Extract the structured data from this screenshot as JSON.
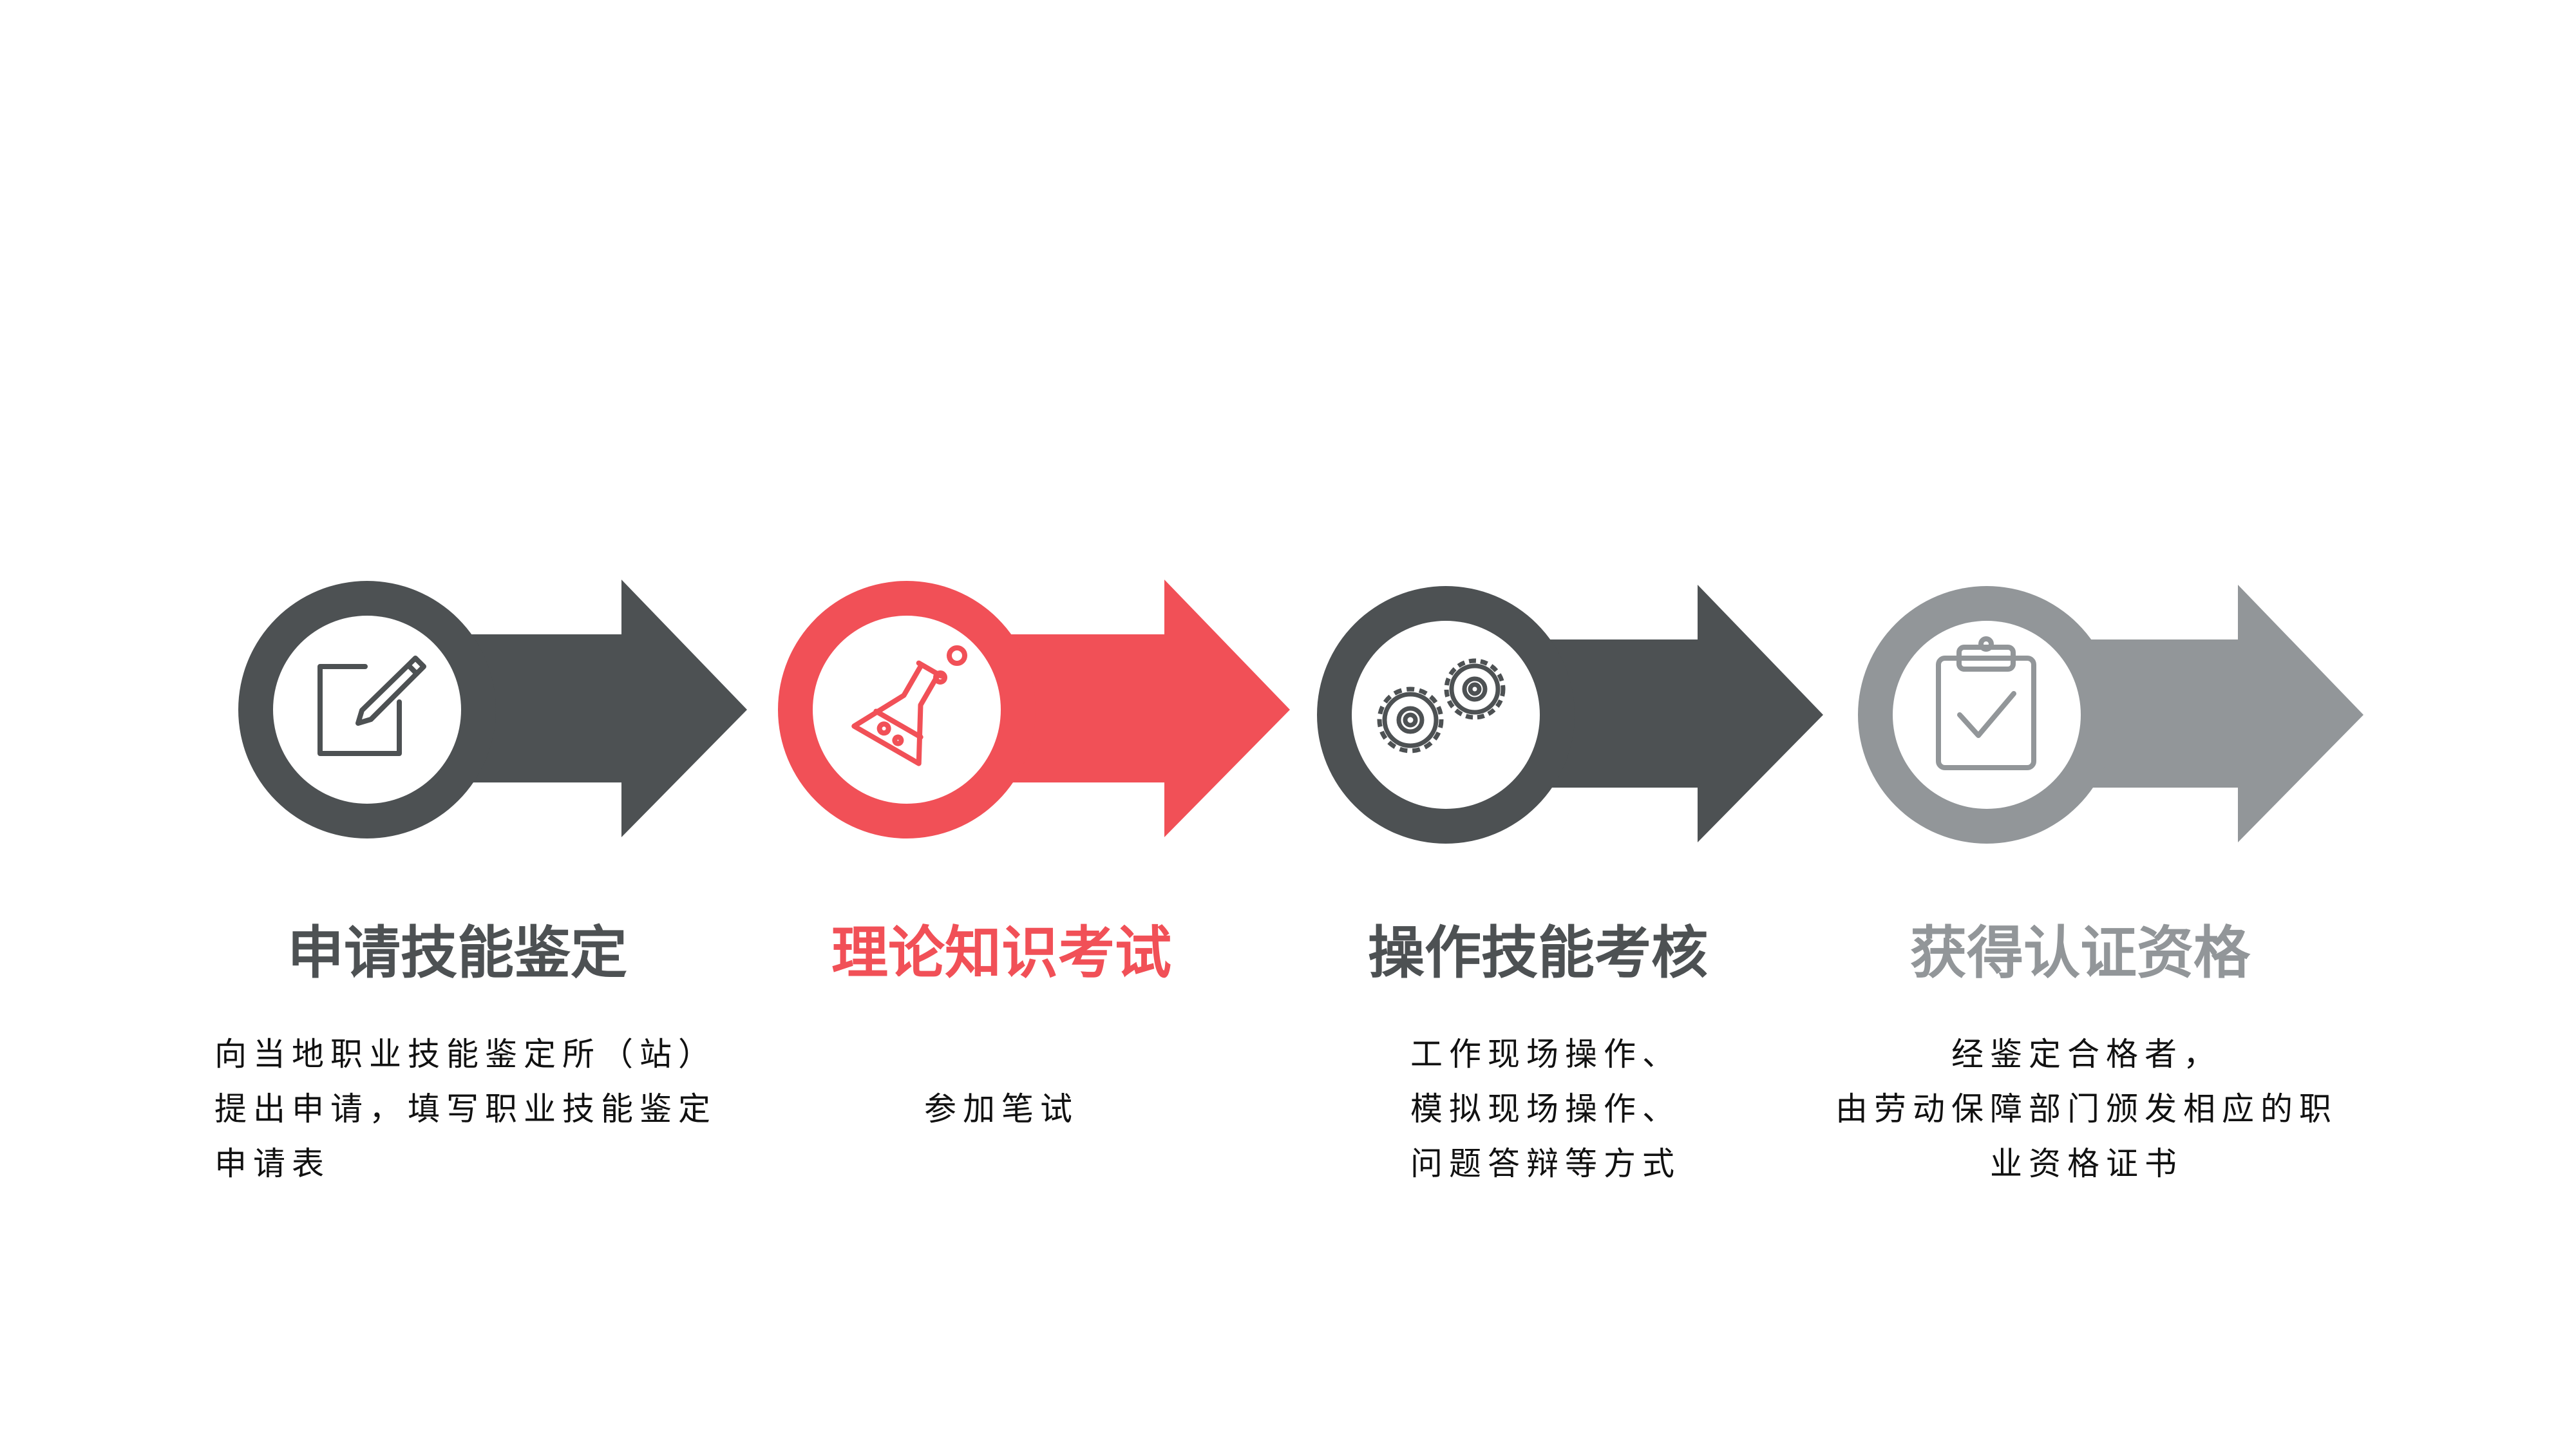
{
  "colors": {
    "dark": "#4d5153",
    "red": "#f15057",
    "gray": "#929699",
    "text": "#111111",
    "background": "#ffffff"
  },
  "steps": [
    {
      "title": "申请技能鉴定",
      "color": "#4d5153",
      "icon": "edit-icon",
      "desc_lines": [
        "向当地职业技能鉴定所（站）",
        "提出申请，填写职业技能鉴定",
        "申请表"
      ]
    },
    {
      "title": "理论知识考试",
      "color": "#f15057",
      "icon": "flask-icon",
      "desc_lines": [
        "参加笔试"
      ]
    },
    {
      "title": "操作技能考核",
      "color": "#4d5153",
      "icon": "gears-icon",
      "desc_lines": [
        "工作现场操作、",
        "模拟现场操作、",
        "问题答辩等方式"
      ]
    },
    {
      "title": "获得认证资格",
      "color": "#929699",
      "icon": "clipboard-check-icon",
      "desc_lines": [
        "经鉴定合格者，",
        "由劳动保障部门颁发相应的职",
        "业资格证书"
      ]
    }
  ]
}
